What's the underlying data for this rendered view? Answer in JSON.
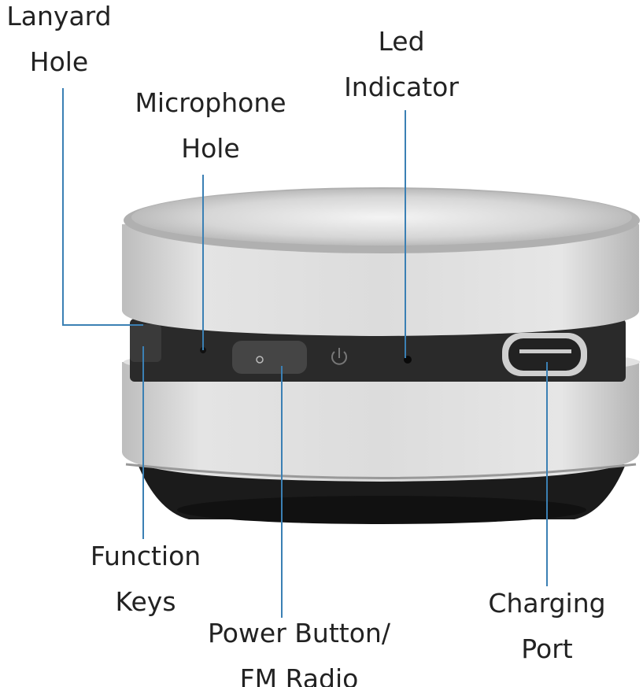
{
  "colors": {
    "leader_line": "#3b80b4",
    "text": "#222222",
    "silver": "#d9d9d9",
    "dark_band": "#2a2a2a",
    "base": "#1a1a1a"
  },
  "labels": {
    "lanyard_hole": [
      "Lanyard",
      "Hole"
    ],
    "microphone_hole": [
      "Microphone",
      "Hole"
    ],
    "led_indicator": [
      "Led",
      "Indicator"
    ],
    "function_keys": [
      "Function",
      "Keys"
    ],
    "power_button": [
      "Power Button/",
      "FM Radio"
    ],
    "charging_port": [
      "Charging",
      "Port"
    ]
  },
  "icons": {
    "power": "power-icon",
    "usb_c": "usb-c-port-icon"
  }
}
